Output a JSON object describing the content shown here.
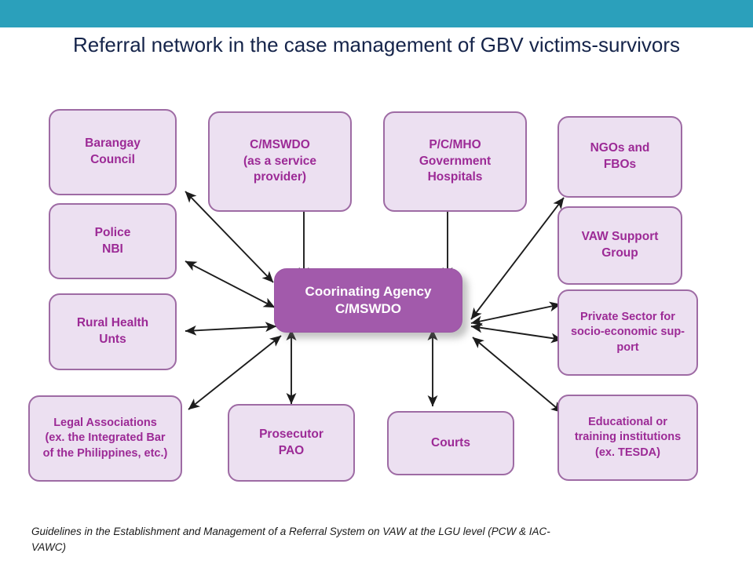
{
  "slide": {
    "title": "Referral network in the case management of GBV victims-survivors",
    "caption": "Guidelines in the Establishment and Management of a Referral System on VAW at the LGU level (PCW & IAC-VAWC)",
    "accent_bar_color": "#2ba0bb",
    "title_color": "#15244a"
  },
  "diagram": {
    "type": "hub-and-spoke",
    "node_fill": "#ece0f1",
    "node_border": "#9e6ba4",
    "node_text_color": "#9c2a96",
    "hub_fill": "#a25aab",
    "hub_text_color": "#ffffff",
    "arrow_color": "#1c1c1c",
    "arrow_style": "double-headed",
    "center": {
      "line1": "Coorinating Agency",
      "line2": "C/MSWDO"
    },
    "nodes": [
      {
        "id": "barangay-council",
        "lines": [
          "Barangay",
          "Council"
        ]
      },
      {
        "id": "police-nbi",
        "lines": [
          "Police",
          "NBI"
        ]
      },
      {
        "id": "rural-health-units",
        "lines": [
          "Rural Health",
          "Unts"
        ]
      },
      {
        "id": "legal-associations",
        "lines": [
          "Legal Associations",
          "(ex. the Integrated Bar",
          "of the Philippines, etc.)"
        ]
      },
      {
        "id": "cmswdo-service",
        "lines": [
          "C/MSWDO",
          "(as a service",
          "provider)"
        ]
      },
      {
        "id": "pcmho-hospitals",
        "lines": [
          "P/C/MHO",
          "Government",
          "Hospitals"
        ]
      },
      {
        "id": "ngos-fbos",
        "lines": [
          "NGOs and",
          "FBOs"
        ]
      },
      {
        "id": "vaw-support-group",
        "lines": [
          "VAW Support",
          "Group"
        ]
      },
      {
        "id": "private-sector",
        "lines": [
          "Private Sector for",
          "socio-economic sup-",
          "port"
        ]
      },
      {
        "id": "educational",
        "lines": [
          "Educational or",
          "training institutions",
          "(ex. TESDA)"
        ]
      },
      {
        "id": "prosecutor-pao",
        "lines": [
          "Prosecutor",
          "PAO"
        ]
      },
      {
        "id": "courts",
        "lines": [
          "Courts"
        ]
      }
    ]
  }
}
